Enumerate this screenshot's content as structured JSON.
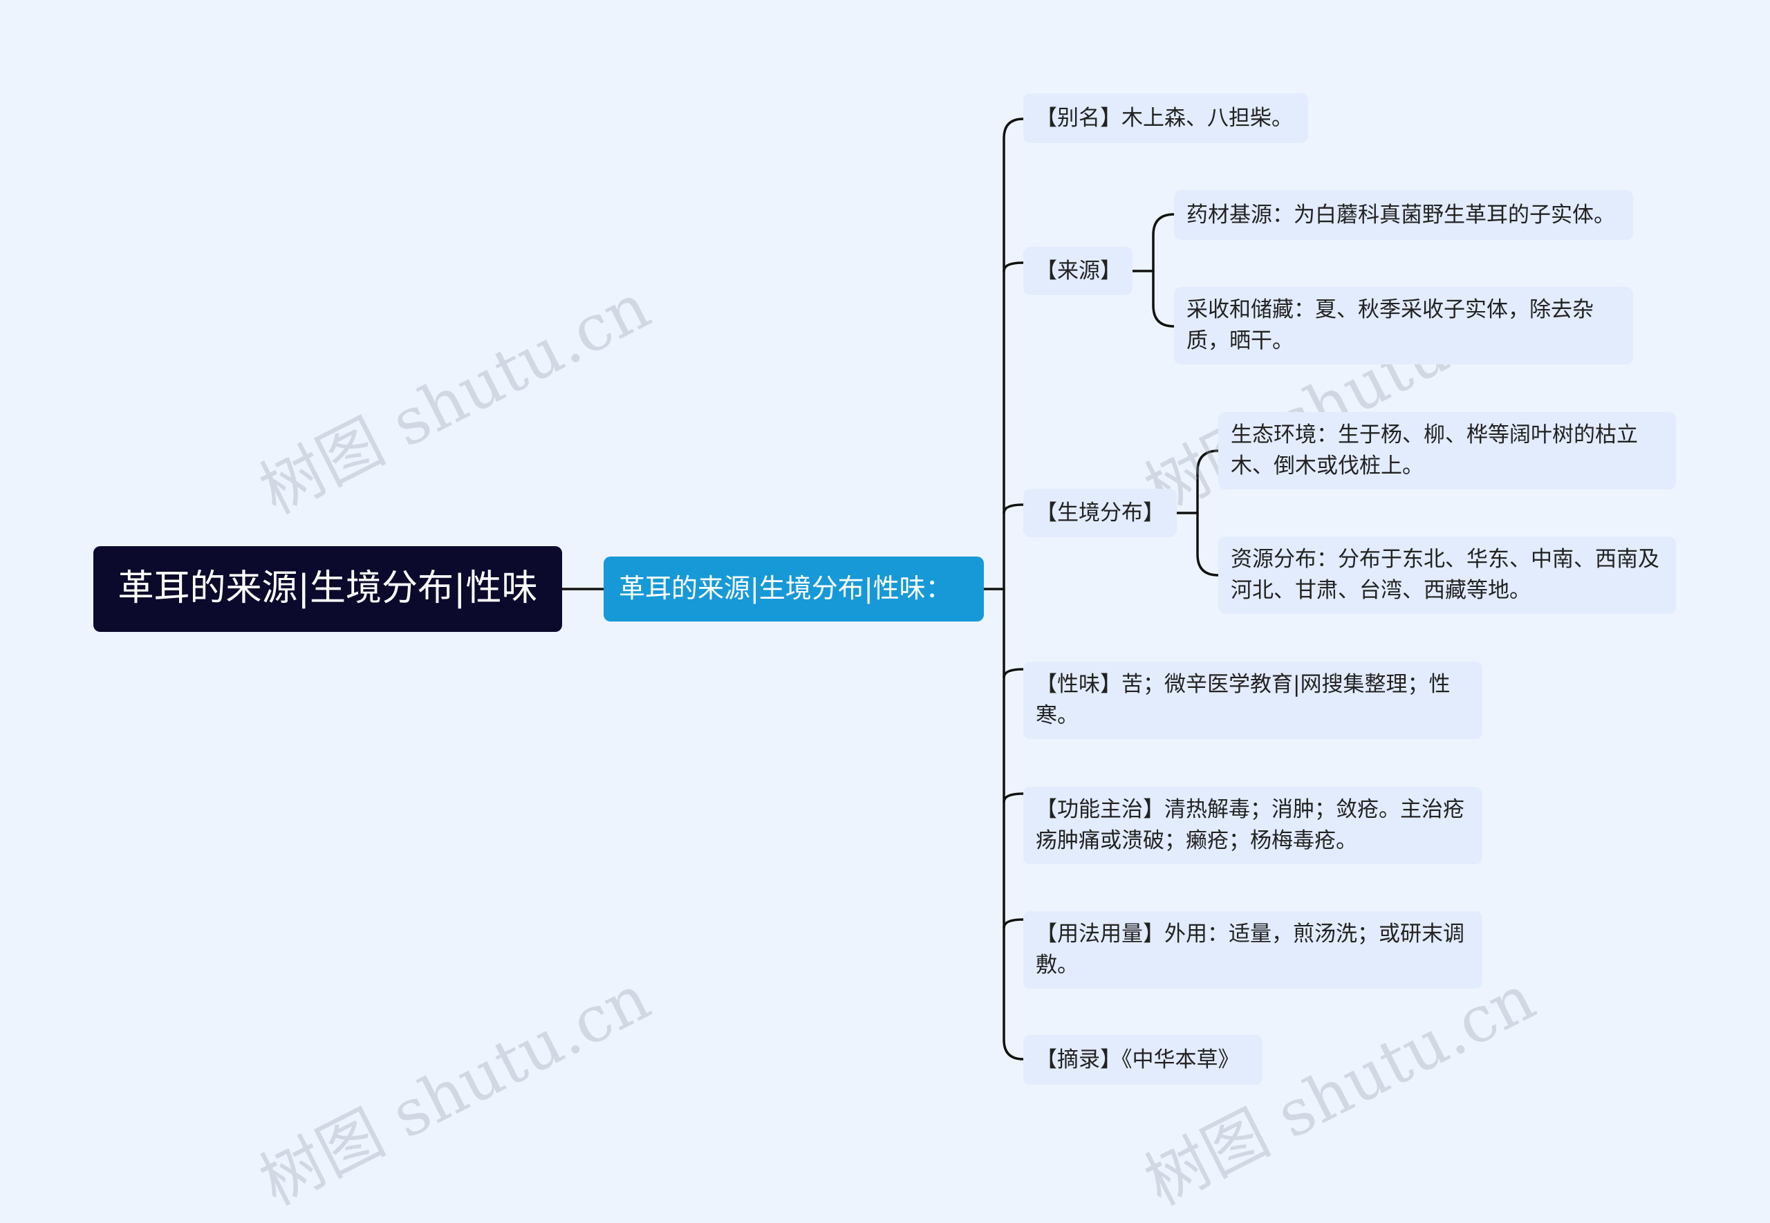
{
  "watermark": "树图 shutu.cn",
  "root": {
    "label": "革耳的来源|生境分布|性味"
  },
  "center": {
    "label": "革耳的来源|生境分布|性味："
  },
  "branches": [
    {
      "label": "【别名】木上森、八担柴。"
    },
    {
      "label": "【来源】",
      "children": [
        {
          "label": "药材基源：为白蘑科真菌野生革耳的子实体。"
        },
        {
          "label": "采收和储藏：夏、秋季采收子实体，除去杂质，晒干。"
        }
      ]
    },
    {
      "label": "【生境分布】",
      "children": [
        {
          "label": "生态环境：生于杨、柳、桦等阔叶树的枯立木、倒木或伐桩上。"
        },
        {
          "label": "资源分布：分布于东北、华东、中南、西南及河北、甘肃、台湾、西藏等地。"
        }
      ]
    },
    {
      "label": "【性味】苦；微辛医学教育|网搜集整理；性寒。"
    },
    {
      "label": "【功能主治】清热解毒；消肿；敛疮。主治疮疡肿痛或溃破；癞疮；杨梅毒疮。"
    },
    {
      "label": "【用法用量】外用：适量，煎汤洗；或研末调敷。"
    },
    {
      "label": "【摘录】《中华本草》"
    }
  ],
  "colors": {
    "background": "#eef4fe",
    "root": "#0b0a2c",
    "center": "#1799d8",
    "leaf": "#e2ecfd",
    "line": "#111111"
  }
}
